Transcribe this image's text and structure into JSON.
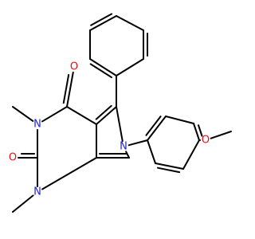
{
  "atoms": [
    {
      "id": "N1",
      "symbol": "N"
    },
    {
      "id": "N3",
      "symbol": "N"
    },
    {
      "id": "N6",
      "symbol": "N"
    },
    {
      "id": "O2",
      "symbol": "O"
    },
    {
      "id": "O4",
      "symbol": "O"
    },
    {
      "id": "O_methoxy",
      "symbol": "O"
    }
  ],
  "colors": {
    "bond": "#000000",
    "nitrogen": "#2020ee",
    "oxygen": "#ee1010",
    "background": "#ffffff"
  }
}
